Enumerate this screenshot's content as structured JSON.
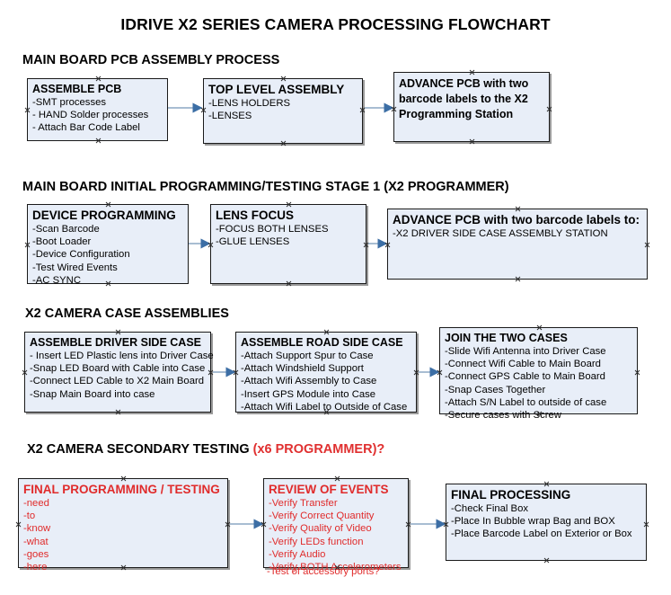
{
  "document": {
    "title": "IDRIVE X2  SERIES CAMERA PROCESSING FLOWCHART"
  },
  "colors": {
    "node_fill": "#e8eef8",
    "node_border": "#1a1a1a",
    "connector": "#8ba7c4",
    "arrow_head": "#3c6ea5",
    "text": "#000000",
    "accent_red": "#e02b2b"
  },
  "sections": [
    {
      "heading": "MAIN BOARD PCB ASSEMBLY PROCESS",
      "heading_accent": "",
      "nodes": [
        {
          "title": "ASSEMBLE PCB",
          "items": [
            "-SMT processes",
            "- HAND Solder processes",
            "- Attach Bar Code Label"
          ]
        },
        {
          "title": "TOP LEVEL ASSEMBLY",
          "items": [
            "-LENS HOLDERS",
            "-LENSES"
          ]
        },
        {
          "title": "ADVANCE PCB with two barcode labels to the  X2 Programming Station",
          "items": []
        }
      ]
    },
    {
      "heading": "MAIN BOARD INITIAL PROGRAMMING/TESTING STAGE 1 (X2 PROGRAMMER)",
      "heading_accent": "",
      "nodes": [
        {
          "title": "DEVICE PROGRAMMING",
          "items": [
            "-Scan Barcode",
            "-Boot Loader",
            "-Device Configuration",
            "-Test Wired Events",
            "-AC SYNC"
          ]
        },
        {
          "title": "LENS FOCUS",
          "items": [
            "-FOCUS BOTH LENSES",
            "-GLUE LENSES"
          ]
        },
        {
          "title": "ADVANCE PCB with two barcode labels to:",
          "items": [
            "-X2 DRIVER  SIDE  CASE  ASSEMBLY STATION"
          ]
        }
      ]
    },
    {
      "heading": "X2 CAMERA CASE ASSEMBLIES",
      "heading_accent": "",
      "nodes": [
        {
          "title": "ASSEMBLE DRIVER SIDE CASE",
          "items": [
            "- Insert LED Plastic lens into Driver Case",
            "-Snap LED Board with Cable into Case",
            "-Connect LED Cable to X2 Main Board",
            "-Snap Main Board into case"
          ]
        },
        {
          "title": "ASSEMBLE ROAD SIDE CASE",
          "items": [
            "-Attach Support Spur to Case",
            "-Attach Windshield Support",
            "-Attach Wifi Assembly to Case",
            "-Insert GPS Module into Case",
            "-Attach Wifi Label to Outside of Case"
          ]
        },
        {
          "title": "JOIN THE TWO CASES",
          "items": [
            "-Slide Wifi Antenna into Driver Case",
            "-Connect Wifi Cable to Main Board",
            "-Connect GPS Cable to Main Board",
            "-Snap Cases Together",
            "-Attach S/N Label to outside of case",
            "-Secure cases with Screw"
          ]
        }
      ]
    },
    {
      "heading": "X2 CAMERA SECONDARY TESTING ",
      "heading_accent": "(x6 PROGRAMMER)?",
      "nodes": [
        {
          "title": "FINAL PROGRAMMING / TESTING",
          "items": [
            "-need",
            "-to",
            "-know",
            "-what",
            "-goes",
            "-here"
          ]
        },
        {
          "title": "REVIEW OF EVENTS",
          "items": [
            "-Verify Transfer",
            "-Verify Correct Quantity",
            "-Verify Quality of Video",
            "-Verify LEDs function",
            "-Verify Audio",
            "-Verify BOTH Accelerometers"
          ],
          "overflow_item": "-Test of accessory ports?"
        },
        {
          "title": "FINAL PROCESSING",
          "items": [
            " -Check Final Box",
            "-Place In Bubble wrap Bag and BOX",
            "-Place Barcode Label on Exterior or Box"
          ]
        }
      ]
    }
  ]
}
